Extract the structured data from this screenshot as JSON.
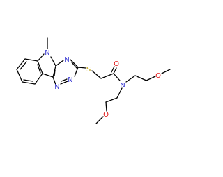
{
  "molecule": {
    "atom_labels": {
      "n_methyl": "N",
      "n_triazine_top": "N",
      "n_triazine_bottom_left": "N",
      "n_triazine_bottom_right": "N",
      "sulfur": "S",
      "carbonyl_oxygen": "O",
      "amide_nitrogen": "N",
      "ether_oxygen_upper": "O",
      "ether_oxygen_lower": "O"
    },
    "colors": {
      "nitrogen": "#3030d0",
      "oxygen": "#e01010",
      "sulfur": "#b89a00",
      "carbon_bond": "#000000"
    }
  }
}
